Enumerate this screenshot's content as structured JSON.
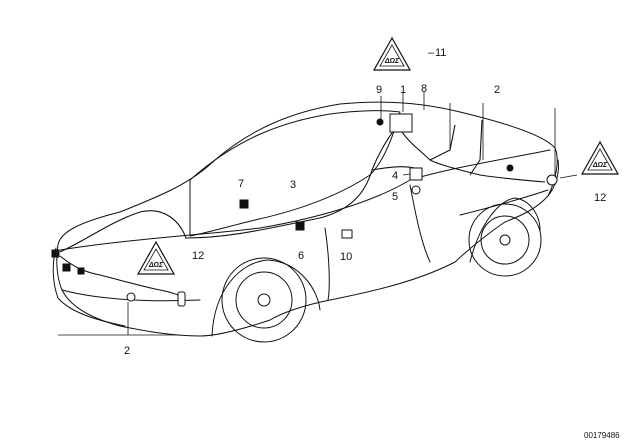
{
  "diagram": {
    "reference_number": "00179486",
    "callouts": {
      "c1": "1",
      "c2_top": "2",
      "c2_bottom": "2",
      "c3": "3",
      "c4": "4",
      "c5": "5",
      "c6": "6",
      "c7": "7",
      "c8": "8",
      "c9": "9",
      "c10": "10",
      "c11": "11",
      "c12_right": "12",
      "c12_left": "12"
    },
    "warning_symbol_text": "ΔΩΣ"
  }
}
